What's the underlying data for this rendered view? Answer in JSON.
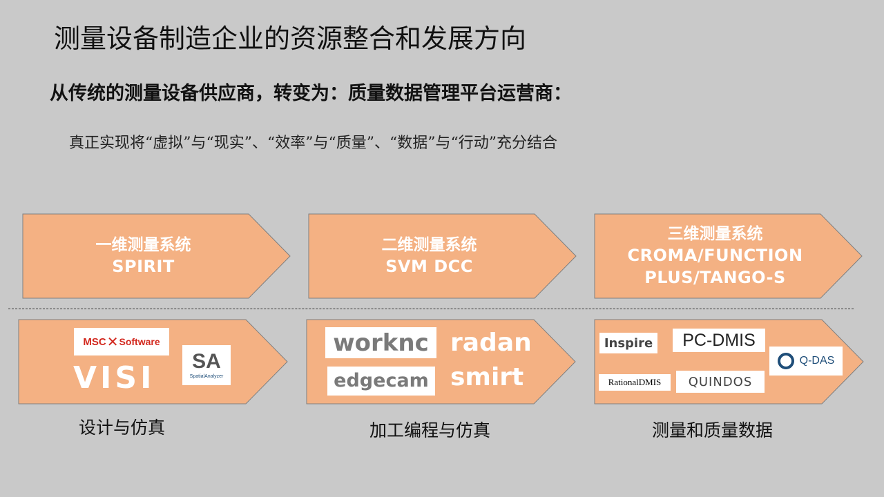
{
  "title": "测量设备制造企业的资源整合和发展方向",
  "subtitle": "从传统的测量设备供应商，转变为：质量数据管理平台运营商：",
  "tagline": "真正实现将“虚拟”与“现实”、“效率”与“质量”、“数据”与“行动”充分结合",
  "colors": {
    "background": "#c9c9c9",
    "arrow_fill": "#f4b183",
    "arrow_stroke": "#7f7f7f",
    "text_white": "#ffffff",
    "qdas_blue": "#1f4e79",
    "msc_red": "#d2281e"
  },
  "top_arrows": [
    {
      "title": "一维测量系统",
      "lines": [
        "SPIRIT"
      ]
    },
    {
      "title": "二维测量系统",
      "lines": [
        "SVM DCC"
      ]
    },
    {
      "title": "三维测量系统",
      "lines": [
        "CROMA/FUNCTION",
        "PLUS/TANGO-S"
      ]
    }
  ],
  "bottom_groups": [
    {
      "caption": "设计与仿真",
      "logos": {
        "msc": "MSC",
        "msc_software": "Software",
        "visi": "VISI",
        "sa": "SA",
        "sa_sub": "SpatialAnalyzer"
      }
    },
    {
      "caption": "加工编程与仿真",
      "logos": {
        "worknc": "worknc",
        "radan": "radan",
        "edgecam": "edgecam",
        "smirt": "smirt"
      }
    },
    {
      "caption": "测量和质量数据",
      "logos": {
        "inspire": "Inspire",
        "pcdmis": "PC-DMIS",
        "qdas": "Q-DAS",
        "rational": "RationalDMIS",
        "quindos": "QUINDOS"
      }
    }
  ]
}
